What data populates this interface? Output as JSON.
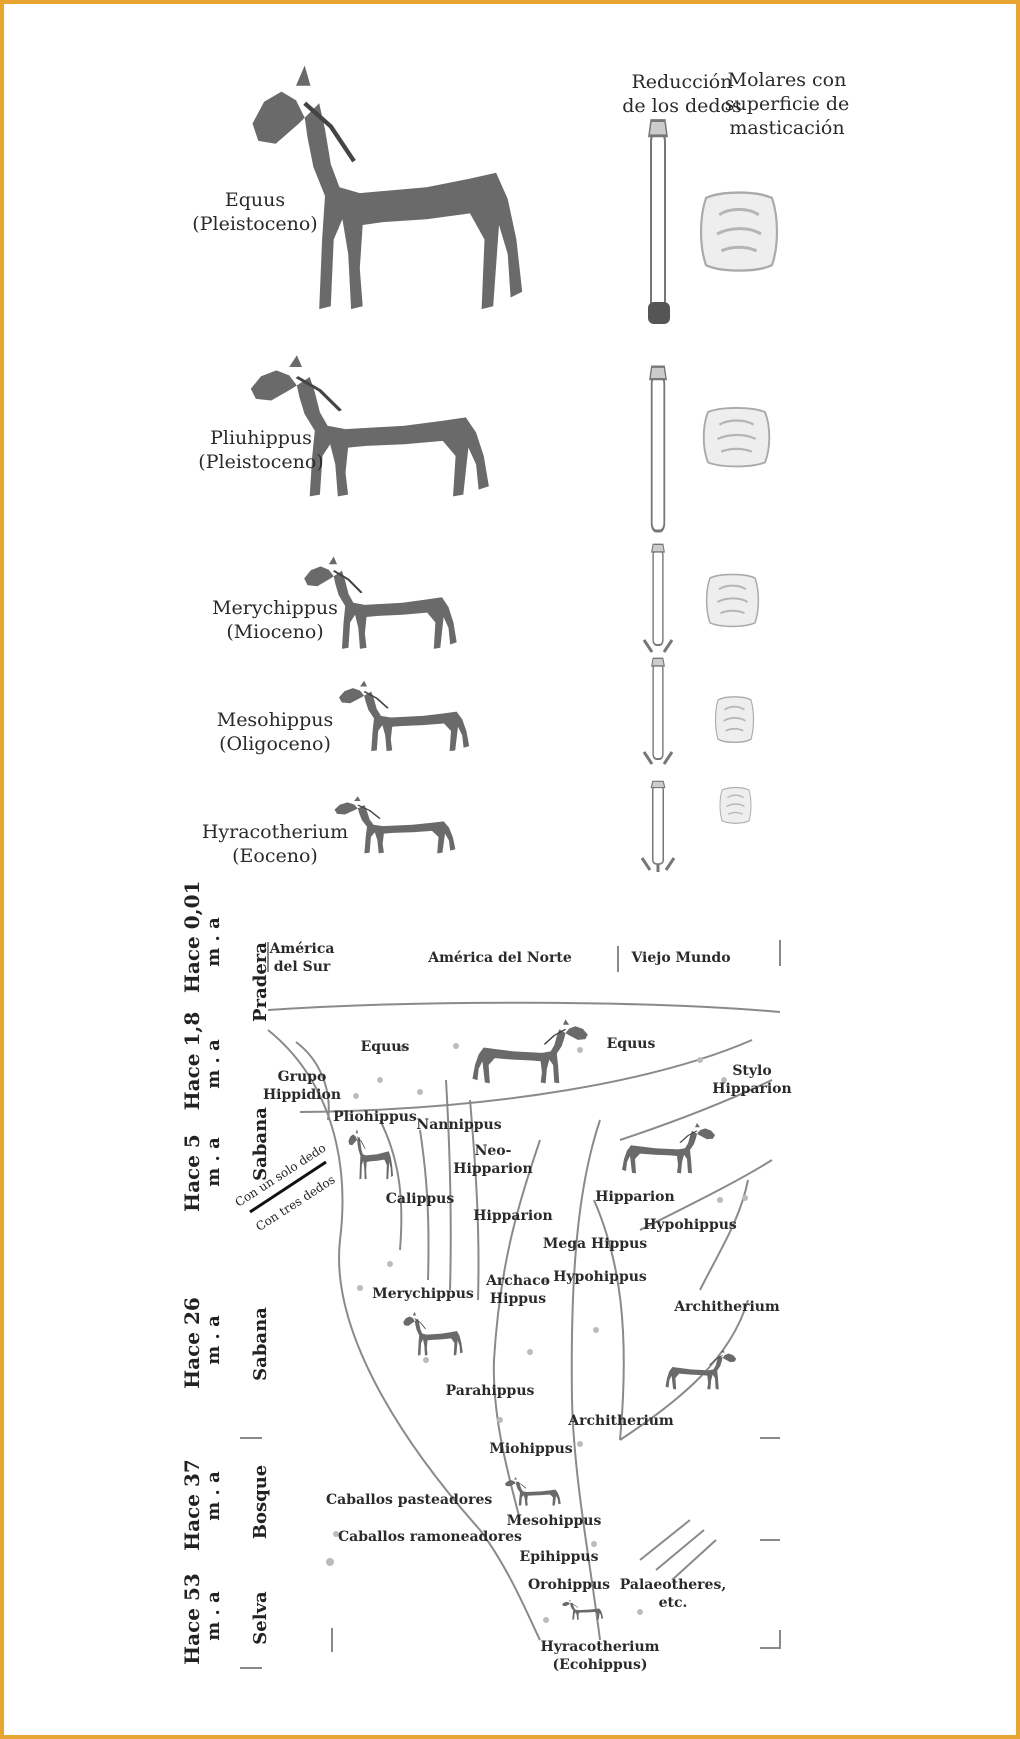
{
  "colors": {
    "frame": "#e8a430",
    "horse": "#6a6a6a",
    "line": "#8a8a8a"
  },
  "header": {
    "toe_reduction": [
      "Reducción",
      "de los dedos"
    ],
    "molars": [
      "Molares con",
      "superficie de",
      "masticación"
    ]
  },
  "stages": [
    {
      "genus": "Equus",
      "epoch": "(Pleistoceno)"
    },
    {
      "genus": "Pliuhippus",
      "epoch": "(Pleistoceno)"
    },
    {
      "genus": "Merychippus",
      "epoch": "(Mioceno)"
    },
    {
      "genus": "Mesohippus",
      "epoch": "(Oligoceno)"
    },
    {
      "genus": "Hyracotherium",
      "epoch": "(Eoceno)"
    }
  ],
  "timeline": [
    {
      "age": "Hace 0,01",
      "unit": "m . a",
      "habitat": "Pradera"
    },
    {
      "age": "Hace 1,8",
      "unit": "m . a",
      "habitat": ""
    },
    {
      "age": "Hace 5",
      "unit": "m . a",
      "habitat": "Sabana"
    },
    {
      "age": "Hace 26",
      "unit": "m . a",
      "habitat": "Sabana"
    },
    {
      "age": "Hace 37",
      "unit": "m . a",
      "habitat": "Bosque"
    },
    {
      "age": "Hace 53",
      "unit": "m . a",
      "habitat": "Selva"
    }
  ],
  "regions": {
    "south": [
      "América",
      "del Sur"
    ],
    "north": "América del Norte",
    "old": "Viejo Mundo"
  },
  "toes_legend": {
    "one": "Con un solo dedo",
    "three": "Con tres dedos"
  },
  "tree_labels": {
    "equus_left": "Equus",
    "equus_right": "Equus",
    "hippidion": [
      "Grupo",
      "Hippidion"
    ],
    "stylo": [
      "Stylo",
      "Hipparion"
    ],
    "pliohippus": "Pliohippus",
    "nannippus": "Nannippus",
    "neo": [
      "Neo-",
      "Hipparion"
    ],
    "calippus": "Calippus",
    "hipparion_mid": "Hipparion",
    "hipparion_right": "Hipparion",
    "hypohippus_right": "Hypohippus",
    "megahippus": "Mega Hippus",
    "hypohippus_mid": "Hypohippus",
    "archaco": [
      "Archaco",
      "Hippus"
    ],
    "merychippus": "Merychippus",
    "architherium_right": "Architherium",
    "parahippus": "Parahippus",
    "architherium_low": "Architherium",
    "miohippus": "Miohippus",
    "grazers": "Caballos pasteadores",
    "browsers": "Caballos ramoneadores",
    "mesohippus": "Mesohippus",
    "epihippus": "Epihippus",
    "orohippus": "Orohippus",
    "palaeotheres": [
      "Palaeotheres,",
      "etc."
    ],
    "hyracotherium": [
      "Hyracotherium",
      "(Ecohippus)"
    ]
  }
}
